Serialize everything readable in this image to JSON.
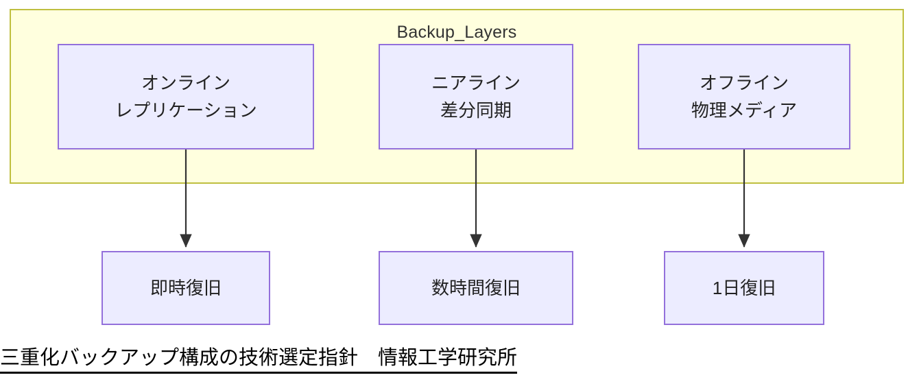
{
  "diagram": {
    "type": "flowchart",
    "direction": "top-down",
    "subgraph": {
      "label": "Backup_Layers",
      "fill_color": "#ffffde",
      "border_color": "#bfbf3f"
    },
    "node_style": {
      "fill_color": "#ececff",
      "border_color": "#9370db",
      "text_color": "#222222"
    },
    "edge_style": {
      "color": "#333333",
      "arrowhead": "filled-triangle"
    },
    "nodes": [
      {
        "id": "online",
        "group": "Backup_Layers",
        "lines": [
          "オンライン",
          "レプリケーション"
        ]
      },
      {
        "id": "nearline",
        "group": "Backup_Layers",
        "lines": [
          "ニアライン",
          "差分同期"
        ]
      },
      {
        "id": "offline",
        "group": "Backup_Layers",
        "lines": [
          "オフライン",
          "物理メディア"
        ]
      },
      {
        "id": "instant",
        "group": null,
        "lines": [
          "即時復旧"
        ]
      },
      {
        "id": "hours",
        "group": null,
        "lines": [
          "数時間復旧"
        ]
      },
      {
        "id": "oneday",
        "group": null,
        "lines": [
          "1日復旧"
        ]
      }
    ],
    "edges": [
      {
        "from": "online",
        "to": "instant",
        "label": ""
      },
      {
        "from": "nearline",
        "to": "hours",
        "label": ""
      },
      {
        "from": "offline",
        "to": "oneday",
        "label": ""
      }
    ]
  },
  "caption": {
    "text": "三重化バックアップ構成の技術選定指針　情報工学研究所",
    "underlined": true
  }
}
